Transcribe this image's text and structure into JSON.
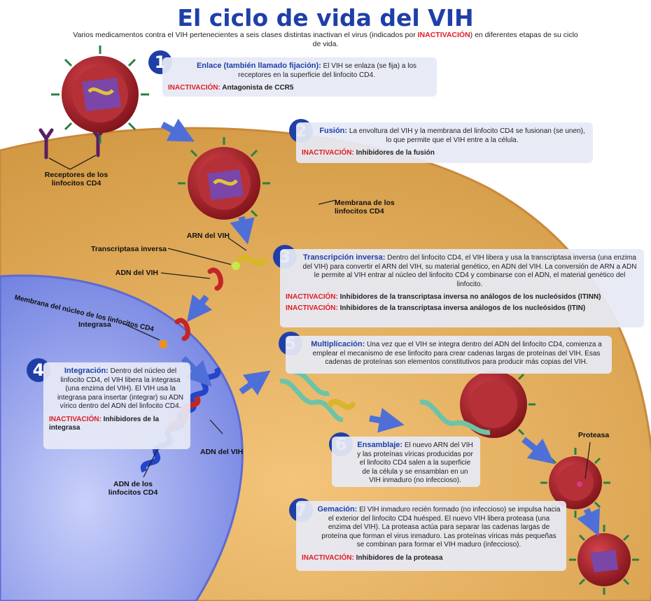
{
  "title": "El ciclo de vida del VIH",
  "subtitle_pre": "Varios medicamentos contra el VIH pertenecientes a seis clases distintas inactivan el virus (indicados por ",
  "subtitle_red": "INACTIVACIÓN",
  "subtitle_post": ") en diferentes etapas de su ciclo de vida.",
  "inactivation_label": "INACTIVACIÓN:",
  "steps": [
    {
      "num": "1",
      "head": "Enlace (también llamado fijación):",
      "text": " El VIH se enlaza (se fija) a los receptores en la superficie del linfocito CD4.",
      "inact": [
        "Antagonista de CCR5"
      ]
    },
    {
      "num": "2",
      "head": "Fusión:",
      "text": " La envoltura del VIH y la membrana del linfocito CD4 se fusionan (se unen), lo que permite que el VIH entre a la célula.",
      "inact": [
        "Inhibidores de la fusión"
      ]
    },
    {
      "num": "3",
      "head": "Transcripción inversa:",
      "text": " Dentro del linfocito CD4, el VIH libera y usa la transcriptasa inversa (una enzima del VIH) para convertir el ARN del VIH, su material genético, en ADN del VIH. La conversión de ARN a ADN le permite al VIH entrar al núcleo del linfocito CD4 y combinarse con el ADN, el material genético del linfocito.",
      "inact": [
        "Inhibidores de la transcriptasa inversa no análogos de los nucleósidos (ITINN)",
        "Inhibidores de la transcriptasa inversa análogos de los nucleósidos (ITIN)"
      ]
    },
    {
      "num": "4",
      "head": "Integración:",
      "text": " Dentro del núcleo del linfocito CD4, el VIH libera la integrasa (una enzima del VIH). El VIH usa la integrasa para insertar (integrar) su ADN vírico dentro del ADN del linfocito CD4.",
      "inact": [
        "Inhibidores de la integrasa"
      ]
    },
    {
      "num": "5",
      "head": "Multiplicación:",
      "text": " Una vez que el VIH se integra dentro del ADN del linfocito CD4, comienza a emplear el mecanismo de ese linfocito para crear cadenas largas de proteínas del VIH. Esas cadenas de proteínas son elementos constitutivos para producir más copias del VIH.",
      "inact": []
    },
    {
      "num": "6",
      "head": "Ensamblaje:",
      "text": " El nuevo ARN del VIH y las proteínas víricas producidas por el linfocito CD4 salen a la superficie de la célula y se ensamblan en un VIH inmaduro (no infeccioso).",
      "inact": []
    },
    {
      "num": "7",
      "head": "Gemación:",
      "text": " El VIH inmaduro recién formado (no infeccioso) se impulsa hacia el exterior del linfocito CD4 huésped. El nuevo VIH libera proteasa (una enzima del VIH). La proteasa actúa para separar las cadenas largas de proteína que forman el virus inmaduro. Las proteínas víricas más pequeñas se combinan para formar el VIH maduro (infeccioso).",
      "inact": [
        "Inhibidores de la proteasa"
      ]
    }
  ],
  "labels": {
    "receptores": "Receptores de los linfocitos CD4",
    "membrana": "Membrana de los linfocitos CD4",
    "arn": "ARN del VIH",
    "transcriptasa": "Transcriptasa inversa",
    "adn_vih": "ADN del VIH",
    "nucleo": "Membrana del núcleo de los linfocitos CD4",
    "integrasa": "Integrasa",
    "adn_vih_2": "ADN del VIH",
    "adn_cd4": "ADN de los linfocitos CD4",
    "proteasa": "Proteasa"
  },
  "colors": {
    "title": "#1f3fa8",
    "inactivation": "#e01b22",
    "cell": "#e1a74f",
    "nucleus": "#8c99e8",
    "virus": "#a8232c",
    "arrow": "#4f6fd8"
  }
}
